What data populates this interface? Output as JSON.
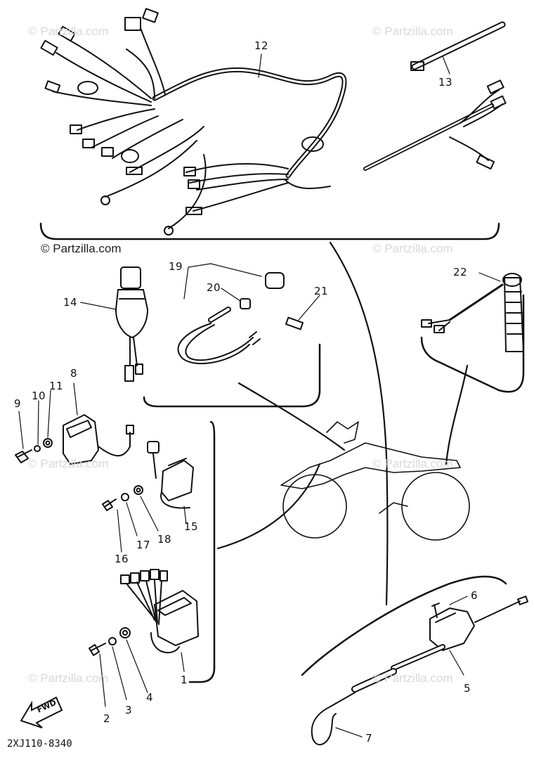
{
  "watermark": "© Partzilla.com",
  "diagram_code": "2XJ110-8340",
  "direction_arrow": "FWD",
  "callouts": [
    "1",
    "2",
    "3",
    "4",
    "5",
    "6",
    "7",
    "8",
    "9",
    "10",
    "11",
    "12",
    "13",
    "14",
    "15",
    "16",
    "17",
    "18",
    "19",
    "20",
    "21",
    "22"
  ]
}
